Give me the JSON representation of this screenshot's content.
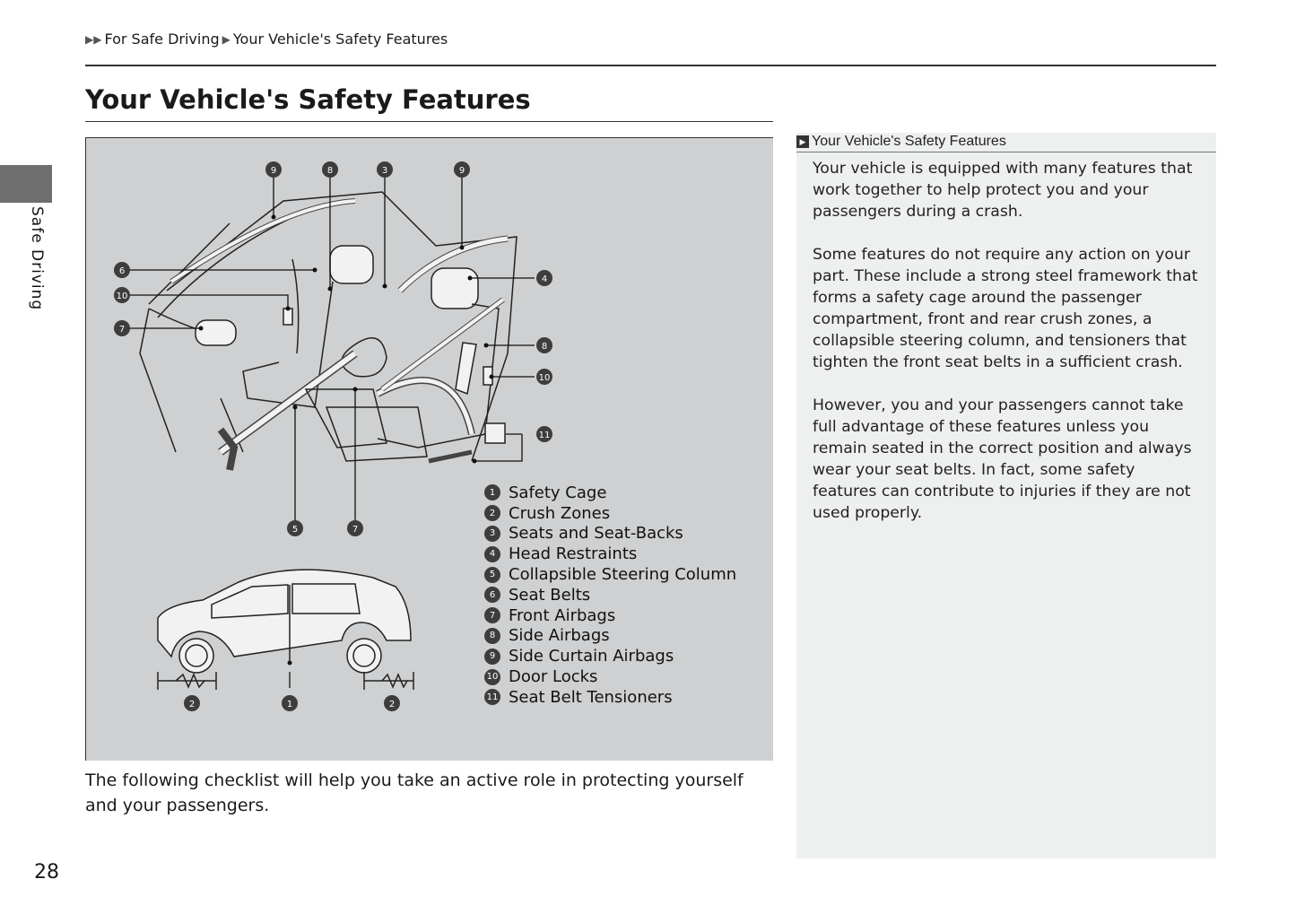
{
  "breadcrumb": {
    "arrow": "▶▶",
    "sep": "▶",
    "level1": "For Safe Driving",
    "level2": "Your Vehicle's Safety Features"
  },
  "side_tab": {
    "label": "Safe Driving",
    "color": "#6e6e6e"
  },
  "page_title": "Your Vehicle's Safety Features",
  "figure": {
    "background": "#cfd0d1",
    "callout_numbers": [
      "1",
      "2",
      "3",
      "4",
      "5",
      "6",
      "7",
      "8",
      "9",
      "10",
      "11"
    ],
    "legend": [
      {
        "num": "1",
        "label": "Safety Cage"
      },
      {
        "num": "2",
        "label": "Crush Zones"
      },
      {
        "num": "3",
        "label": "Seats and Seat-Backs"
      },
      {
        "num": "4",
        "label": "Head Restraints"
      },
      {
        "num": "5",
        "label": "Collapsible Steering Column"
      },
      {
        "num": "6",
        "label": "Seat Belts"
      },
      {
        "num": "7",
        "label": "Front Airbags"
      },
      {
        "num": "8",
        "label": "Side Airbags"
      },
      {
        "num": "9",
        "label": "Side Curtain Airbags"
      },
      {
        "num": "10",
        "label": "Door Locks"
      },
      {
        "num": "11",
        "label": "Seat Belt Tensioners"
      }
    ]
  },
  "caption": "The following checklist will help you take an active role in protecting yourself and your passengers.",
  "sidebar": {
    "icon": "arrow-square-icon",
    "title": "Your Vehicle's Safety Features",
    "paragraphs": [
      "Your vehicle is equipped with many features that work together to help protect you and your passengers during a crash.",
      "Some features do not require any action on your part. These include a strong steel framework that forms a safety cage around the passenger compartment, front and rear crush zones, a collapsible steering column, and tensioners that tighten the front seat belts in a sufficient crash.",
      "However, you and your passengers cannot take full advantage of these features unless you remain seated in the correct position and always wear your seat belts. In fact, some safety features can contribute to injuries if they are not used properly."
    ]
  },
  "page_number": "28"
}
